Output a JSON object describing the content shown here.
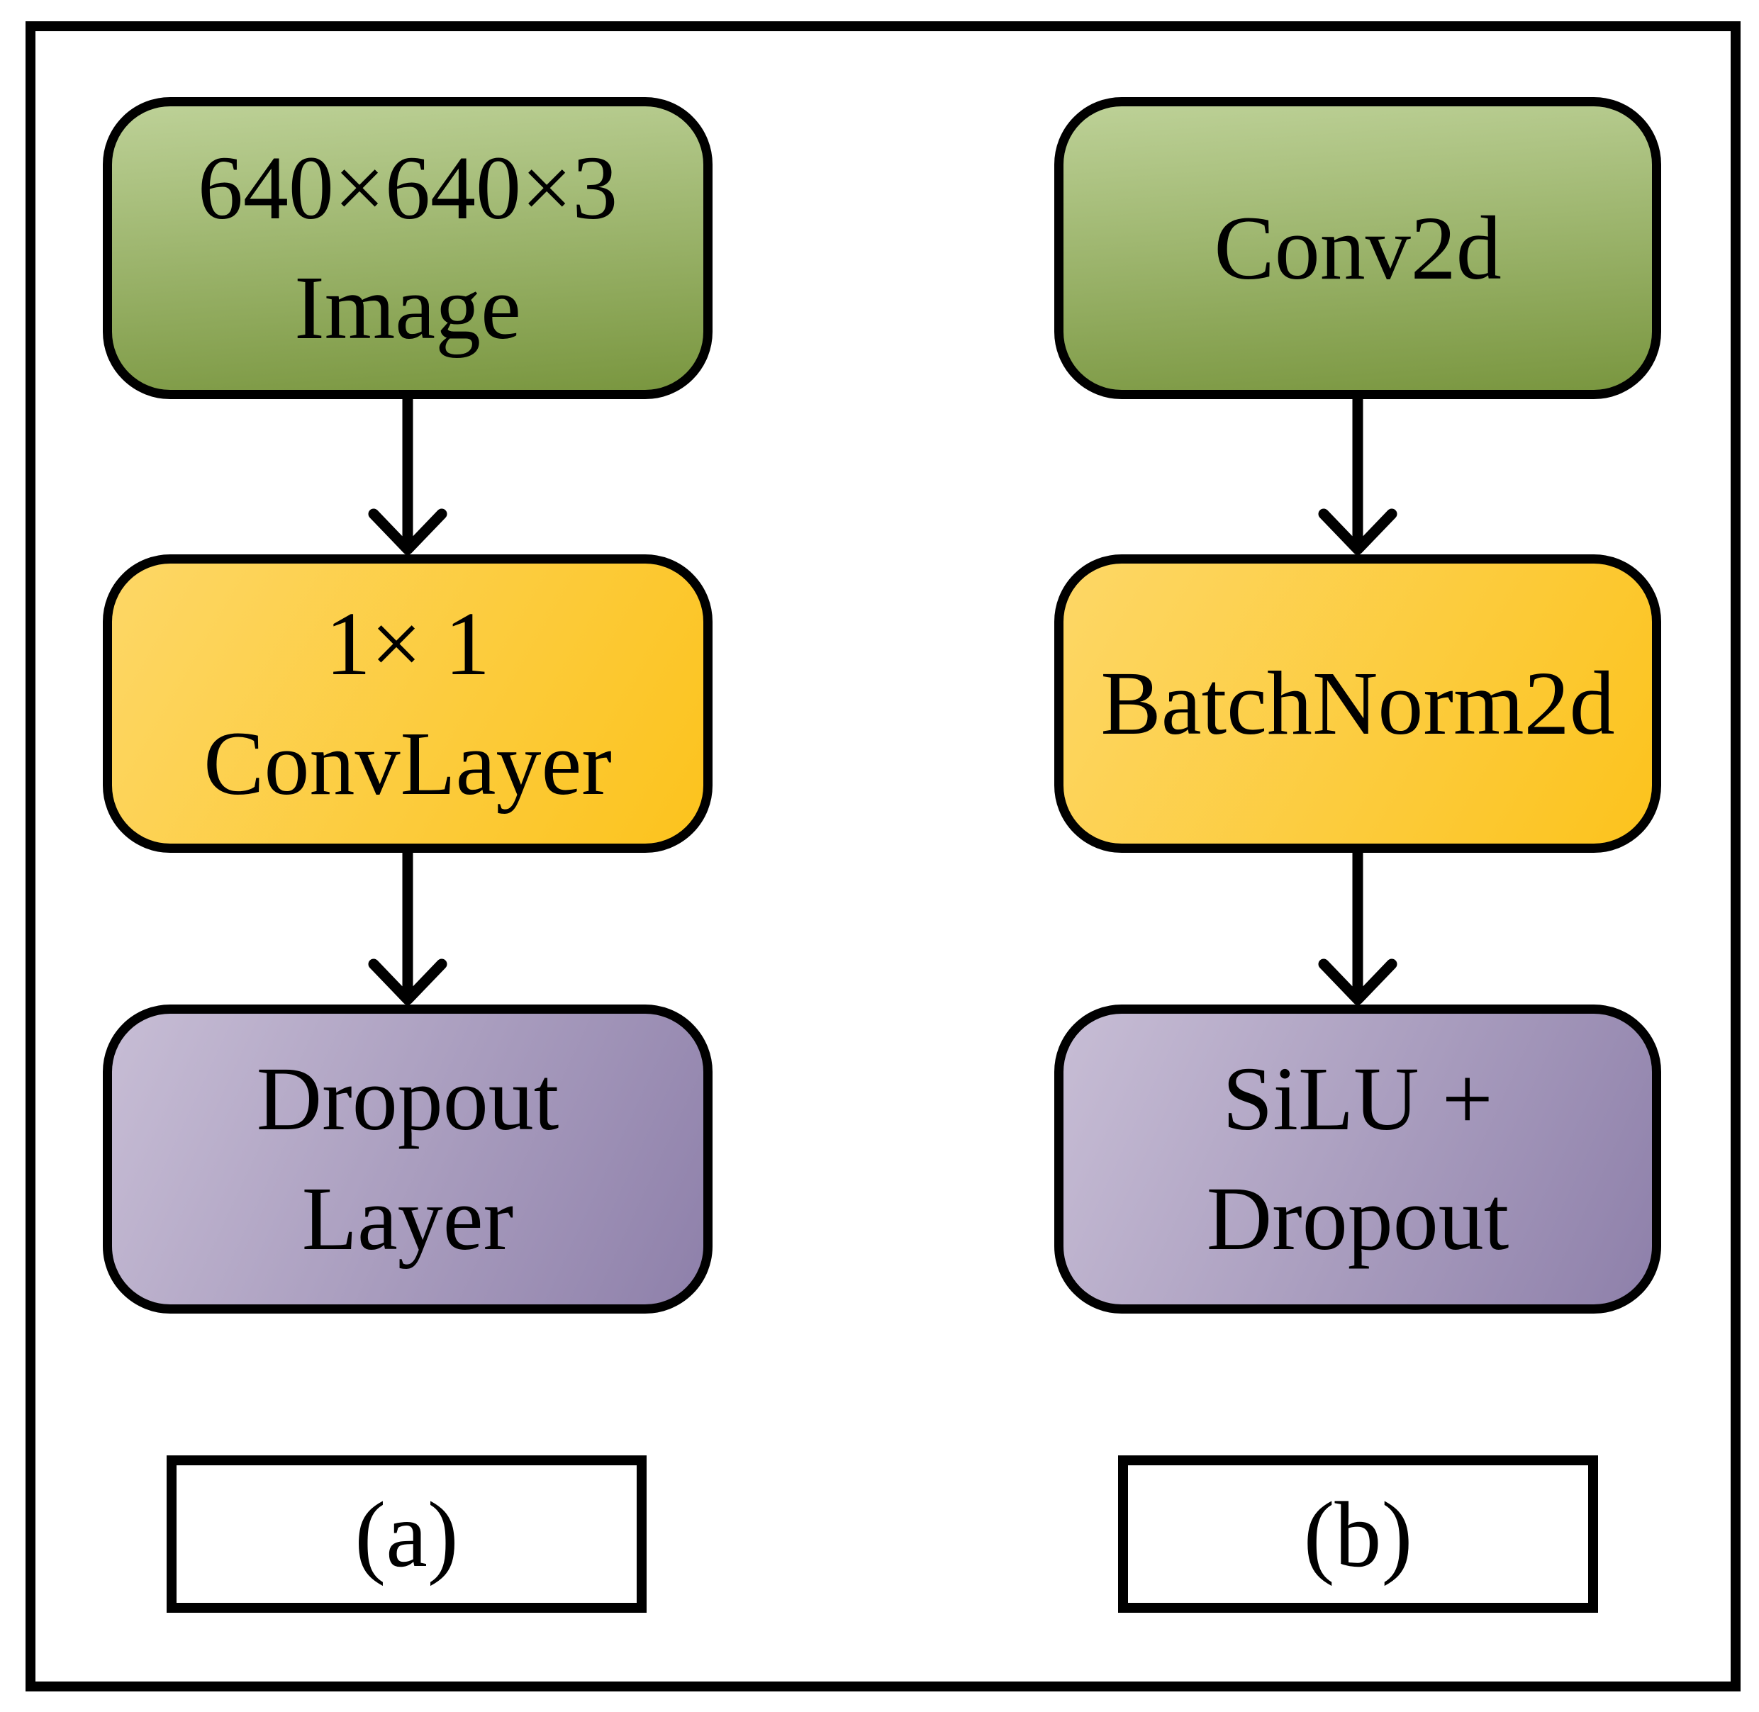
{
  "colors": {
    "outline": "#000000",
    "green-top": "#bdd197",
    "green-bottom": "#79963f",
    "yellow-light": "#fdd766",
    "yellow-dark": "#fcc31d",
    "purple-light": "#c7bdd5",
    "purple-dark": "#8e80aa"
  },
  "columns": [
    {
      "caption": "(a)",
      "boxes": [
        {
          "color": "green",
          "lines": [
            "640×640×3",
            "Image"
          ]
        },
        {
          "color": "yellow",
          "lines": [
            "1× 1",
            "ConvLayer"
          ]
        },
        {
          "color": "purple",
          "lines": [
            "Dropout",
            "Layer"
          ]
        }
      ]
    },
    {
      "caption": "(b)",
      "boxes": [
        {
          "color": "green",
          "lines": [
            "Conv2d"
          ]
        },
        {
          "color": "yellow",
          "lines": [
            "BatchNorm2d"
          ]
        },
        {
          "color": "purple",
          "lines": [
            "SiLU +",
            "Dropout"
          ]
        }
      ]
    }
  ]
}
